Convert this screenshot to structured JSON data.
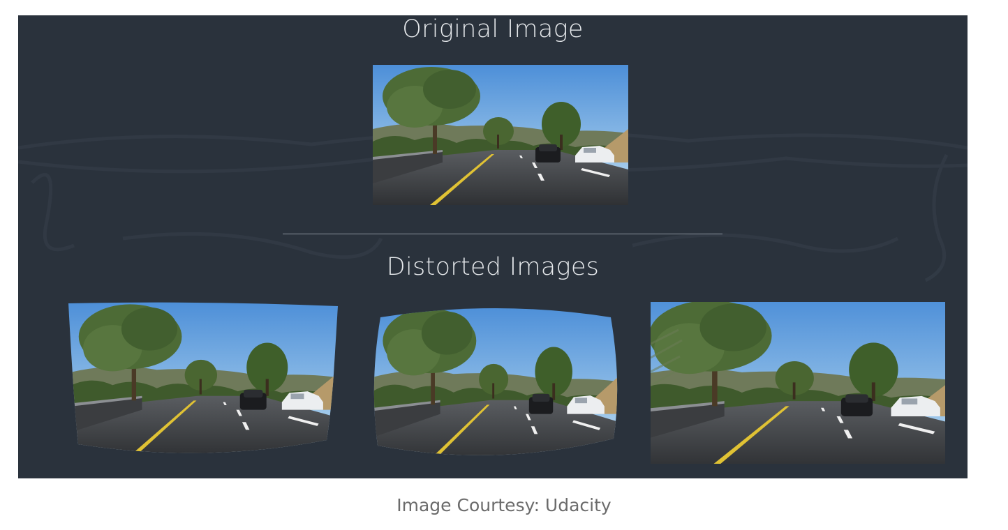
{
  "slide": {
    "original_title": "Original Image",
    "distorted_title": "Distorted Images",
    "background_color": "#2a323c"
  },
  "caption": "Image Courtesy: Udacity",
  "photos": {
    "original": "road-scene-photo",
    "distorted": [
      "road-scene-barrel-distorted",
      "road-scene-pincushion-distorted",
      "road-scene-tangential-distorted"
    ]
  }
}
